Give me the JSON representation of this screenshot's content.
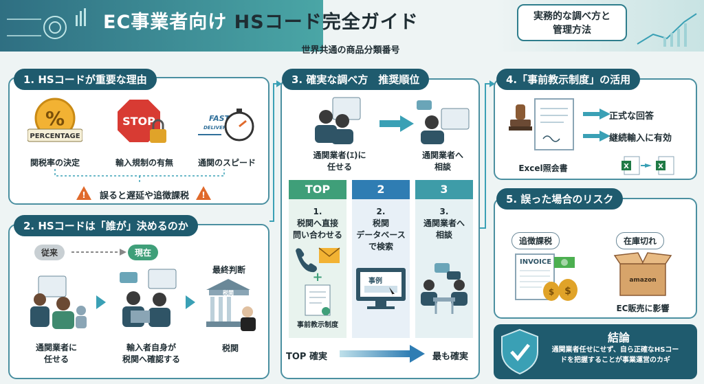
{
  "header": {
    "title_part1": "EC事業者向け",
    "title_part2": "HSコード完全ガイド",
    "badge_line1": "実務的な調べ方と",
    "badge_line2": "管理方法",
    "tagline": "世界共通の商品分類番号"
  },
  "s1": {
    "title": "1. HSコードが重要な理由",
    "percentage_text": "PERCENTAGE",
    "stop_text": "STOP",
    "fast_text1": "FAST",
    "fast_text2": "DELIVERY",
    "item1": "関税率の決定",
    "item2": "輸入規制の有無",
    "item3": "通関のスピード",
    "warning": "誤ると遅延や追徴課税"
  },
  "s2": {
    "title": "2. HSコードは「誰が」決めるのか",
    "before": "従来",
    "now": "現在",
    "final": "最終判断",
    "customs_sign": "税関",
    "item1_l1": "通関業者に",
    "item1_l2": "任せる",
    "item2_l1": "輸入者自身が",
    "item2_l2": "税関へ確認する",
    "item3": "税関"
  },
  "s3": {
    "title": "3. 確実な調べ方　推奨順位",
    "top_left_l1": "通関業者(ｴ)に",
    "top_left_l2": "任せる",
    "top_right_l1": "通関業者へ",
    "top_right_l2": "相談",
    "col1_head": "TOP",
    "col2_head": "2",
    "col3_head": "3",
    "col1_l1": "1.",
    "col1_l2": "税関へ直接",
    "col1_l3": "問い合わせる",
    "col1_bottom": "事前教示制度",
    "col2_l1": "2.",
    "col2_l2": "税関",
    "col2_l3": "データベース",
    "col2_l4": "で検索",
    "col2_screen": "事例",
    "col3_l1": "3.",
    "col3_l2": "通関業者へ",
    "col3_l3": "相談",
    "footer_left": "TOP 確実",
    "footer_right": "最も確実"
  },
  "s4": {
    "title": "4.「事前教示制度」の活用",
    "result1": "正式な回答",
    "result2": "継続輸入に有効",
    "doc_label": "Excel照会書"
  },
  "s5": {
    "title": "5. 誤った場合のリスク",
    "risk1": "追徴課税",
    "risk2": "在庫切れ",
    "invoice": "INVOICE",
    "box_text": "amazon",
    "risk2_label": "EC販売に影響"
  },
  "conclusion": {
    "title": "結論",
    "line1": "通関業者任せにせず、自ら正確なHSコー",
    "line2": "ドを把握することが事業運営のカギ"
  },
  "colors": {
    "primary": "#1f5b6e",
    "accent": "#3aa0b5",
    "green": "#3f9f79",
    "blue": "#2f7db3",
    "teal": "#3e9ca8",
    "warn": "#e06a2c"
  }
}
